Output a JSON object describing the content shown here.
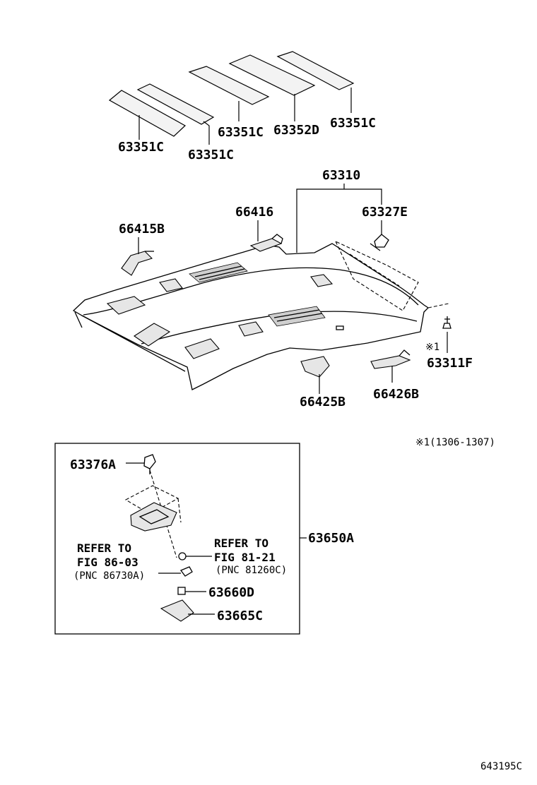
{
  "parts": {
    "p63351C_a": "63351C",
    "p63351C_b": "63351C",
    "p63351C_c": "63351C",
    "p63352D": "63352D",
    "p63351C_d": "63351C",
    "p63310": "63310",
    "p66416": "66416",
    "p63327E": "63327E",
    "p66415B": "66415B",
    "p63311F": "63311F",
    "note_mark": "※1",
    "p66425B": "66425B",
    "p66426B": "66426B",
    "p63376A": "63376A",
    "p63650A": "63650A",
    "p63660D": "63660D",
    "p63665C": "63665C"
  },
  "refs": {
    "left_line1": "REFER TO",
    "left_line2": "FIG 86-03",
    "left_line3": "(PNC 86730A)",
    "right_line1": "REFER TO",
    "right_line2": "FIG 81-21",
    "right_line3": "(PNC 81260C)"
  },
  "footnote": "※1(1306-1307)",
  "figure_id": "643195C"
}
